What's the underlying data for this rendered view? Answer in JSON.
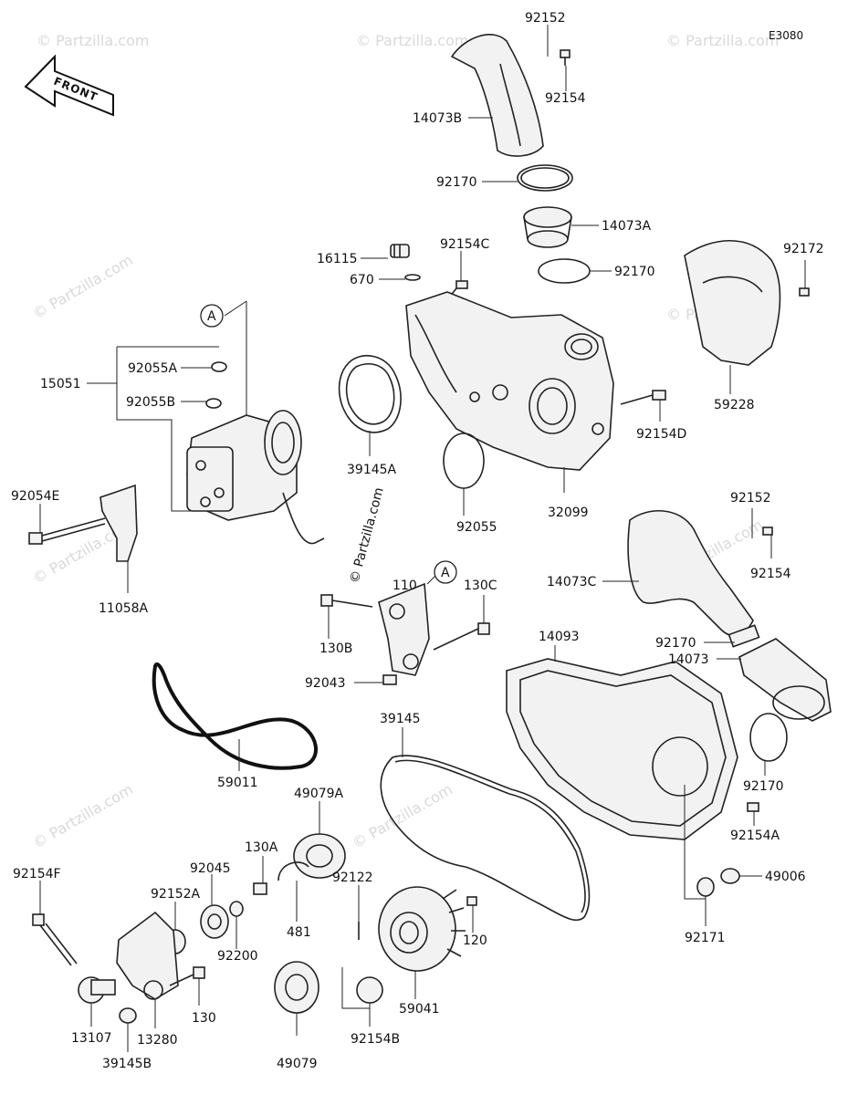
{
  "diagram": {
    "code": "E3080",
    "front_label": "FRONT",
    "watermark": "© Partzilla.com",
    "ref_marker": "A",
    "part_labels": [
      "92152",
      "92154",
      "14073B",
      "92170",
      "14073A",
      "92154C",
      "16115",
      "670",
      "92172",
      "A",
      "92055A",
      "15051",
      "92055B",
      "39145A",
      "59228",
      "92154D",
      "32099",
      "92054E",
      "92055",
      "11058A",
      "92152",
      "92154",
      "14073C",
      "110",
      "A",
      "130C",
      "130B",
      "92043",
      "14093",
      "92170",
      "14073",
      "39145",
      "59011",
      "49079A",
      "92170",
      "130A",
      "92154F",
      "92045",
      "92152A",
      "481",
      "92122",
      "120",
      "92154A",
      "49006",
      "92200",
      "130",
      "59041",
      "92171",
      "13107",
      "13280",
      "39145B",
      "49079",
      "92154B"
    ]
  }
}
